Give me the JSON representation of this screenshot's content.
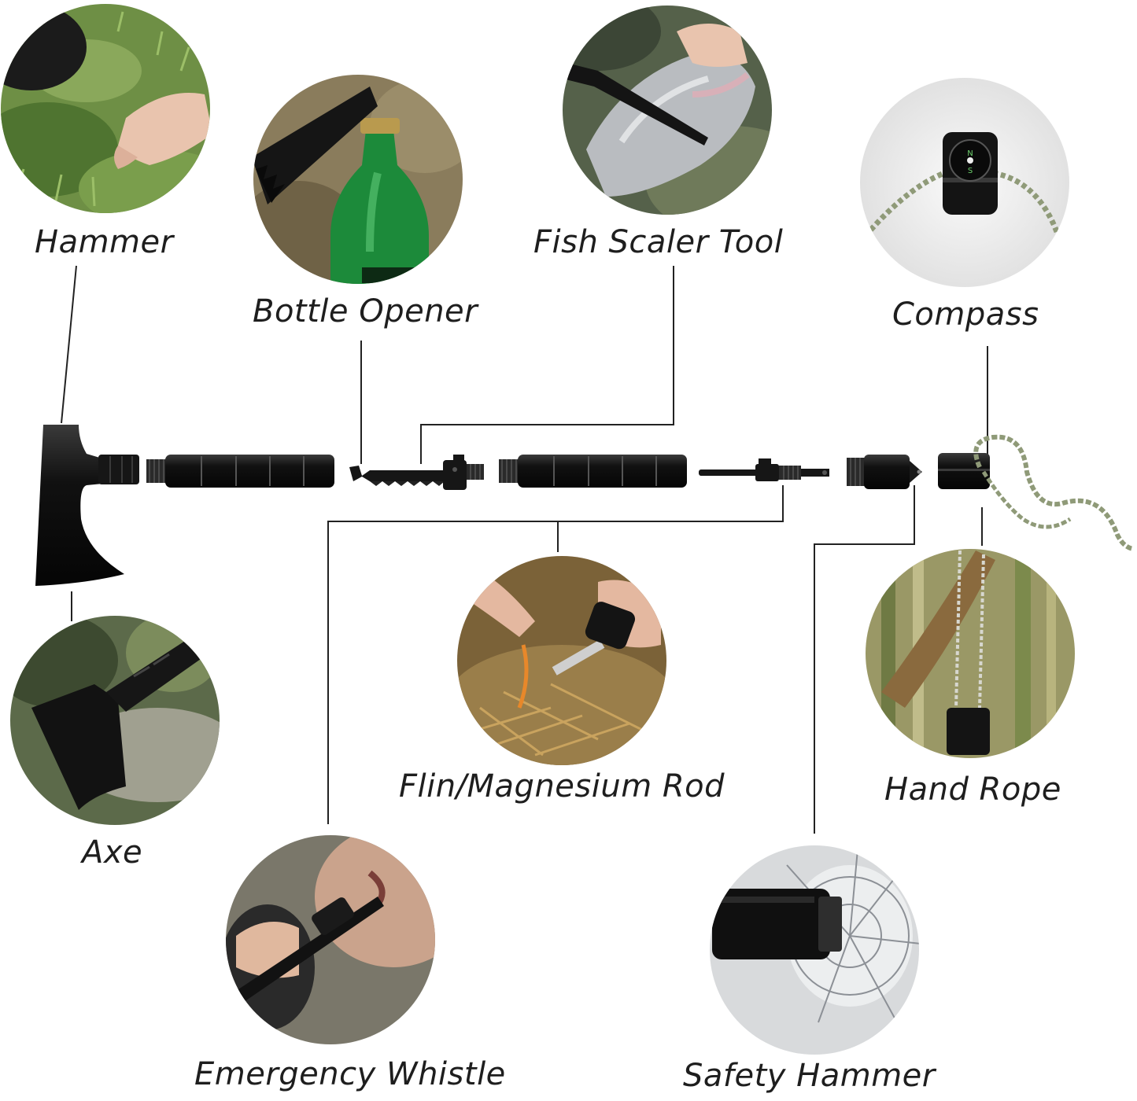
{
  "labels": {
    "hammer": "Hammer",
    "bottle_opener": "Bottle Opener",
    "fish_scaler": "Fish Scaler Tool",
    "compass": "Compass",
    "flint_rod": "Flin/Magnesium Rod",
    "hand_rope": "Hand Rope",
    "axe": "Axe",
    "emergency_whistle": "Emergency Whistle",
    "safety_hammer": "Safety Hammer"
  },
  "colors": {
    "background": "#ffffff",
    "tool_metal": "#141414",
    "tool_highlight": "#4a4a4a",
    "leader_line": "#222222",
    "label_text": "#1e1e1e",
    "grass": "#5f8a3a",
    "bottle_green": "#1c8a3a",
    "rope": "#8f9a78",
    "soil": "#8a6a3e",
    "bamboo": "#8c8a4c"
  }
}
